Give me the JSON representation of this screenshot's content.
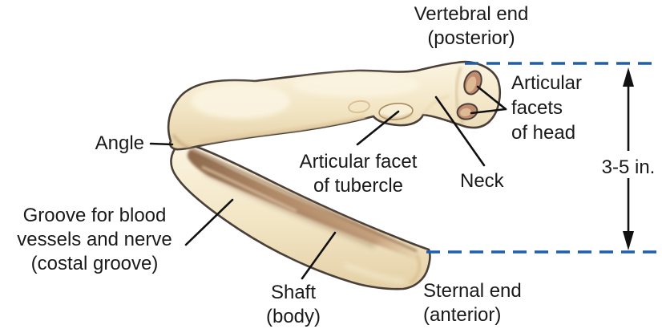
{
  "figure": {
    "description": "Labeled anatomical diagram of a typical rib",
    "measurement_value": "3-5 in."
  },
  "labels": {
    "vertebral_end": {
      "line1": "Vertebral end",
      "line2": "(posterior)"
    },
    "articular_facets_head": {
      "line1": "Articular",
      "line2": "facets",
      "line3": "of head"
    },
    "angle": {
      "text": "Angle"
    },
    "articular_facet_tubercle": {
      "line1": "Articular facet",
      "line2": "of tubercle"
    },
    "neck": {
      "text": "Neck"
    },
    "measurement": {
      "text": "3-5 in."
    },
    "costal_groove": {
      "line1": "Groove for blood",
      "line2": "vessels and nerve",
      "line3": "(costal groove)"
    },
    "shaft": {
      "line1": "Shaft",
      "line2": "(body)"
    },
    "sternal_end": {
      "line1": "Sternal end",
      "line2": "(anterior)"
    }
  },
  "colors": {
    "text": "#1a1a1a",
    "line_black": "#111111",
    "dash_blue": "#1E5FAE",
    "outline": "#4A4039",
    "bone_light": "#FBF4E1",
    "bone_fill": "#F2E5C4",
    "bone_shadow": "#E4D0A6",
    "groove_dark": "#8F6B4F",
    "groove": "#B08A68",
    "groove_mid": "#C6A17E",
    "groove_fade": "#E0C6A4",
    "facet_ring": "#C08A6E",
    "facet_center": "#DCBA94",
    "tubercle_fill": "#F7EED6"
  }
}
